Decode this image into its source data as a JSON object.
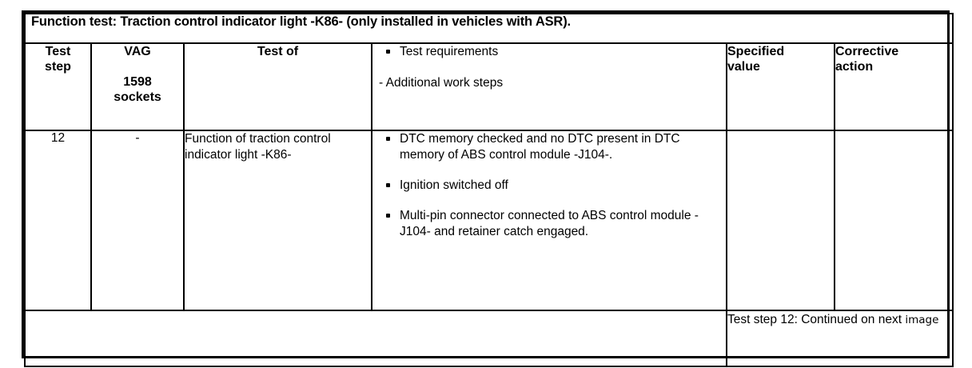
{
  "table": {
    "title": "Function test: Traction control indicator light -K86- (only installed in vehicles with ASR).",
    "headers": {
      "test_step": {
        "line1": "Test",
        "line2": "step"
      },
      "vag": {
        "line1": "VAG",
        "line2": "1598",
        "line3": "sockets"
      },
      "test_of": "Test of",
      "requirements": {
        "bullet_item": "Test requirements",
        "dash_item": "- Additional work steps"
      },
      "specified_value": {
        "line1": "Specified",
        "line2": "value"
      },
      "corrective_action": {
        "line1": "Corrective",
        "line2": "action"
      }
    },
    "rows": [
      {
        "test_step": "12",
        "vag_socket": "-",
        "test_of": "Function of traction control indicator light -K86-",
        "requirements": [
          "DTC memory checked and no DTC present in DTC memory of ABS control module -J104-.",
          "Ignition switched off",
          "Multi-pin connector connected to ABS control module -J104- and retainer catch engaged."
        ],
        "specified_value": "",
        "corrective_action": ""
      }
    ],
    "footer": {
      "left": "",
      "note_main": "Test step 12: Continued on next ",
      "note_alt": "image"
    }
  },
  "colors": {
    "border": "#000000",
    "text": "#000000",
    "background": "#ffffff"
  }
}
